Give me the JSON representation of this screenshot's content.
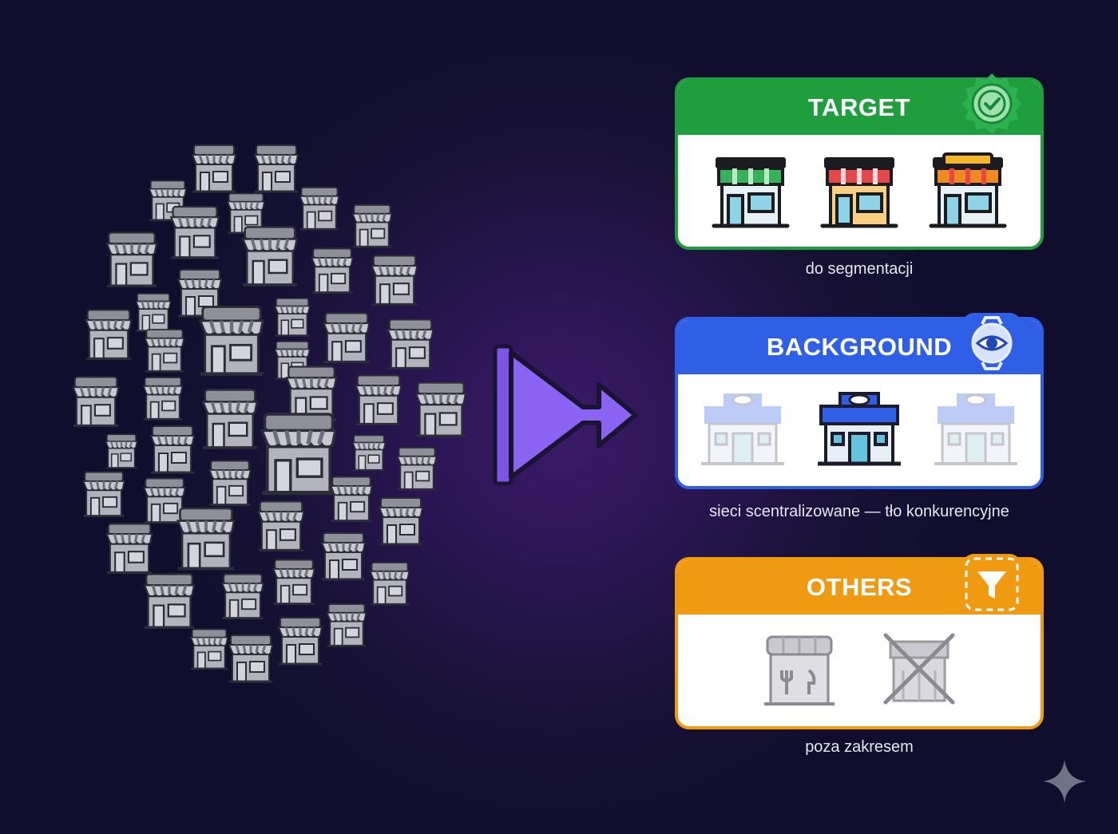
{
  "cards": {
    "target": {
      "title": "TARGET",
      "caption": "do segmentacji",
      "badge_icon": "check-seal-icon",
      "color": "#1f9e3e"
    },
    "background": {
      "title": "BACKGROUND",
      "caption": "sieci scentralizowane — tło konkurencyjne",
      "badge_icon": "eye-icon",
      "color": "#2f5fe6"
    },
    "others": {
      "title": "OTHERS",
      "caption": "poza zakresem",
      "badge_icon": "filter-icon",
      "color": "#f09a12"
    }
  },
  "funnel": {
    "icon": "split-arrow-icon",
    "color": "#8a63f2"
  },
  "left_cluster": {
    "icon": "storefront-icon",
    "color": "#9a9aa6"
  },
  "corner": {
    "icon": "sparkle-icon"
  }
}
